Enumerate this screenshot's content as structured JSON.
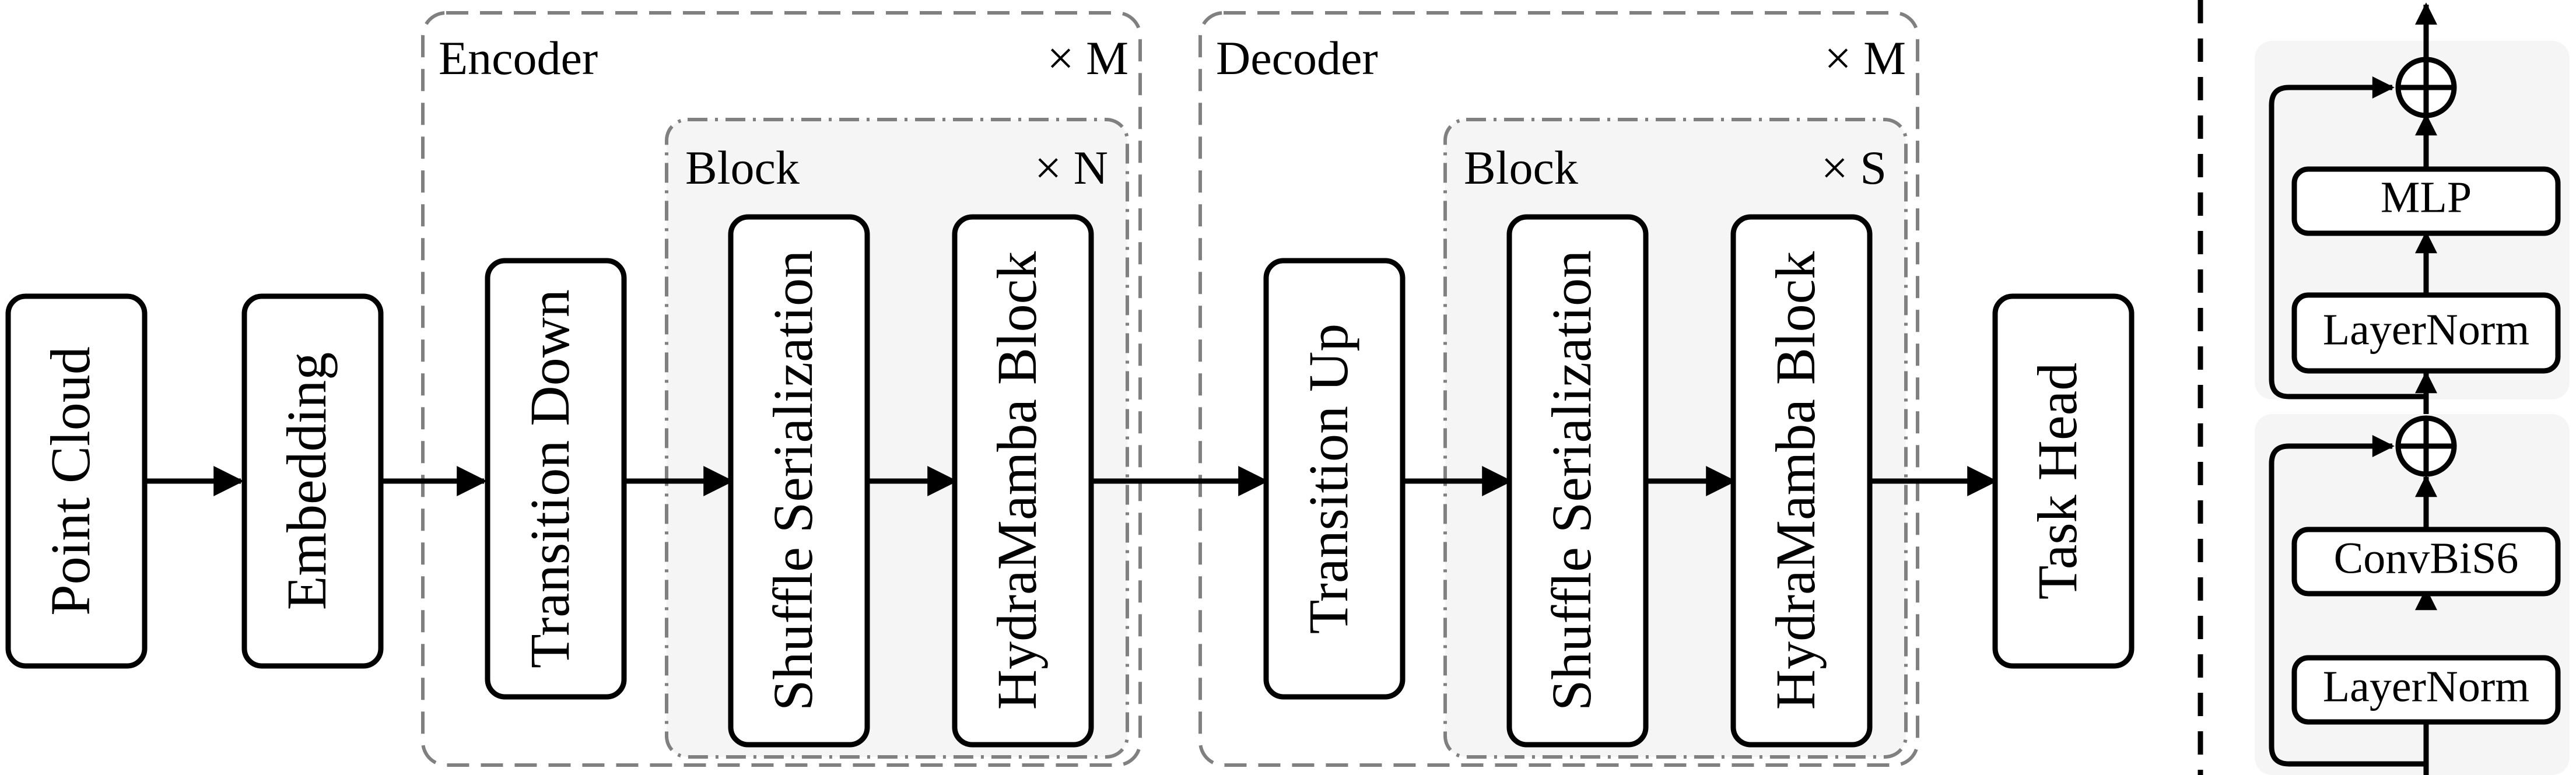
{
  "encoder": {
    "title": "Encoder",
    "repeat": "× M"
  },
  "encoder_block": {
    "title": "Block",
    "repeat": "× N"
  },
  "decoder": {
    "title": "Decoder",
    "repeat": "× M"
  },
  "decoder_block": {
    "title": "Block",
    "repeat": "× S"
  },
  "nodes": {
    "point_cloud": "Point Cloud",
    "embedding": "Embedding",
    "transition_down": "Transition Down",
    "enc_shuffle": "Shuffle Serialization",
    "enc_hydramamba": "HydraMamba Block",
    "transition_up": "Transition Up",
    "dec_shuffle": "Shuffle Serialization",
    "dec_hydramamba": "HydraMamba Block",
    "task_head": "Task Head"
  },
  "detail": {
    "top": {
      "mlp": "MLP",
      "norm": "LayerNorm"
    },
    "bottom": {
      "conv": "ConvBiS6",
      "norm": "LayerNorm"
    }
  }
}
